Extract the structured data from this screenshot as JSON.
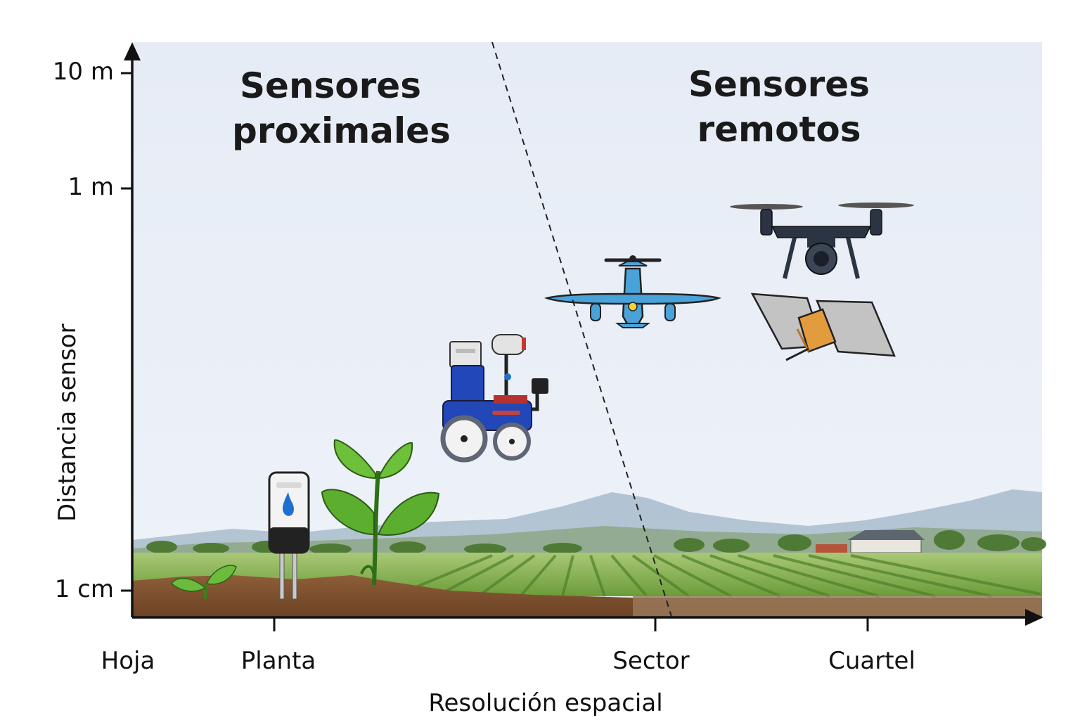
{
  "titles": {
    "proximal_line1": "Sensores",
    "proximal_line2": "proximales",
    "remote_line1": "Sensores",
    "remote_line2": "remotos"
  },
  "y_axis": {
    "title": "Distancia sensor",
    "ticks": [
      "10 m",
      "1 m",
      "1 cm"
    ]
  },
  "x_axis": {
    "title": "Resolución espacial",
    "ticks": [
      "Hoja",
      "Planta",
      "Sector",
      "Cuartel"
    ]
  },
  "icons": {
    "soil_sensor": "soil-moisture-sensor-icon",
    "seedling": "seedling-icon",
    "plant": "plant-icon",
    "rover": "ground-robot-icon",
    "airplane": "airplane-icon",
    "drone": "drone-icon",
    "satellite": "satellite-icon",
    "farmhouse": "farmhouse-icon"
  },
  "colors": {
    "sky": "#e9eef6",
    "field": "#7fae4b",
    "soil": "#8a5a34",
    "rover": "#2147b8",
    "airplane": "#4aa3d8",
    "satellite_body": "#e29b3d",
    "leaf": "#5cae2e"
  }
}
